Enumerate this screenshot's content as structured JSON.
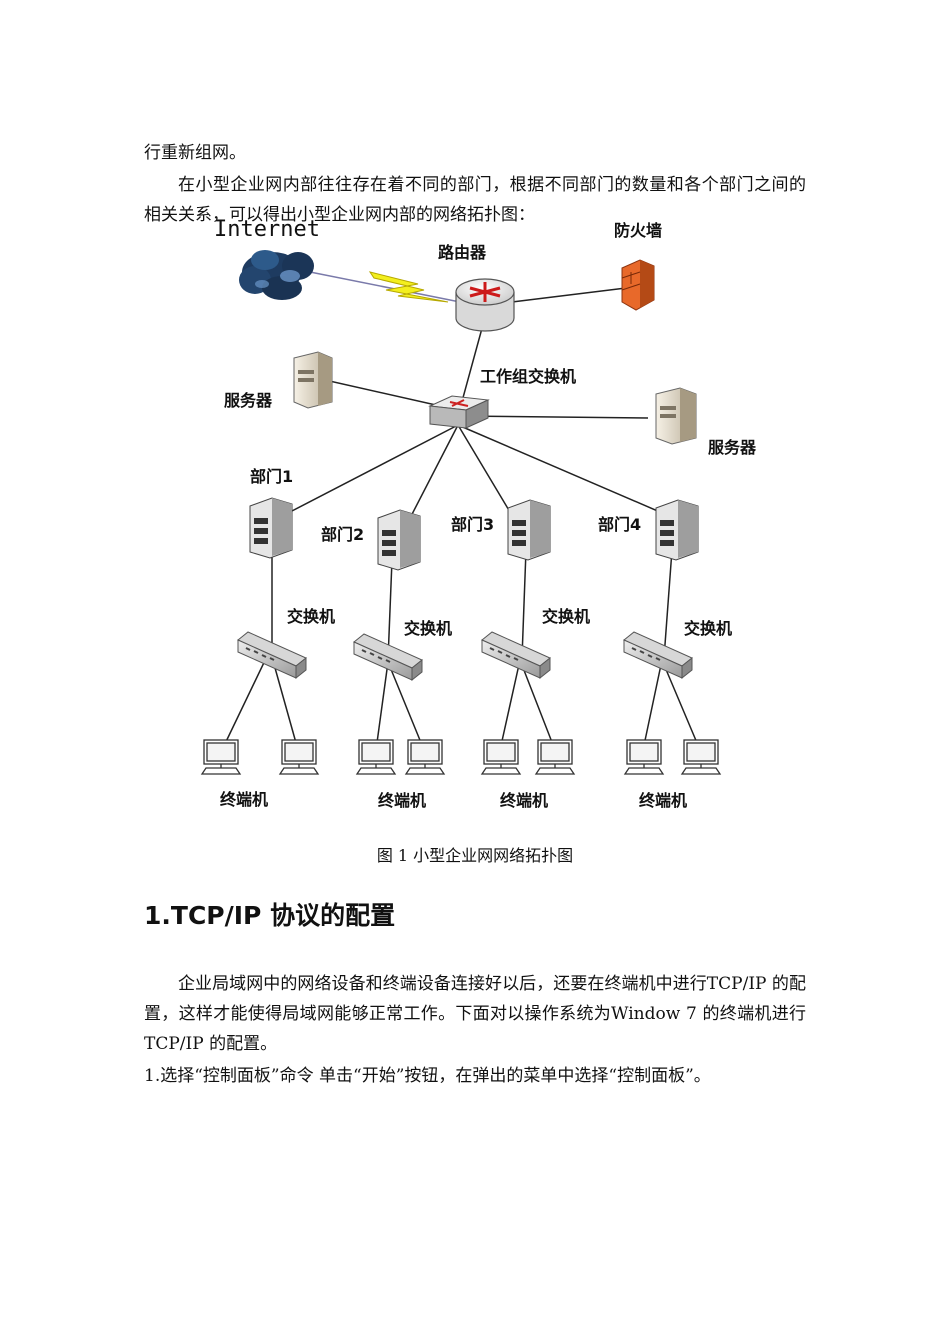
{
  "text": {
    "p1": "行重新组网。",
    "p2": "在小型企业网内部往往存在着不同的部门，根据不同部门的数量和各个部门之间的相关关系，可以得出小型企业网内部的网络拓扑图：",
    "caption": "图 1 小型企业网网络拓扑图",
    "heading": "1.TCP/IP 协议的配置",
    "p3": "企业局域网中的网络设备和终端设备连接好以后，还要在终端机中进行TCP/IP 的配置，这样才能使得局域网能够正常工作。下面对以操作系统为Window 7 的终端机进行 TCP/IP 的配置。",
    "p4": "1.选择“控制面板”命令 单击“开始”按钮，在弹出的菜单中选择“控制面板”。"
  },
  "diagram": {
    "internet": "Internet",
    "router": "路由器",
    "firewall": "防火墙",
    "workgroup_switch": "工作组交换机",
    "server_left": "服务器",
    "server_right": "服务器",
    "dept1": "部门1",
    "dept2": "部门2",
    "dept3": "部门3",
    "dept4": "部门4",
    "switch1": "交换机",
    "switch2": "交换机",
    "switch3": "交换机",
    "switch4": "交换机",
    "terminal1": "终端机",
    "terminal2": "终端机",
    "terminal3": "终端机",
    "terminal4": "终端机"
  }
}
